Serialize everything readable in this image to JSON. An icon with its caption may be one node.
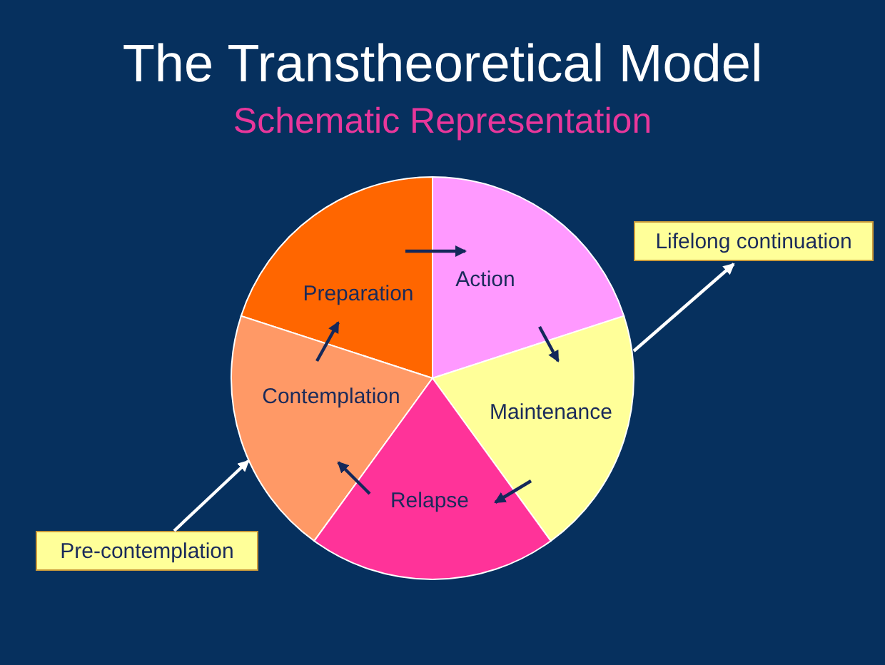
{
  "diagram": {
    "title": "The Transtheoretical Model",
    "nodes": [
      {
        "text": [
          "Preparation"
        ]
      },
      {
        "text": [
          "Action"
        ]
      },
      {
        "text": [
          "Lifelong continuation"
        ]
      },
      {
        "text": [
          "Contemplation"
        ]
      },
      {
        "text": [
          "Maintenance"
        ]
      },
      {
        "text": [
          "Relapse"
        ]
      },
      {
        "text": [
          "Pre-contemplation"
        ]
      }
    ],
    "edges": [
      {
        "from": 0,
        "to": 1,
        "arrow": "to"
      },
      {
        "from": 1,
        "to": 4,
        "arrow": "to"
      },
      {
        "from": 4,
        "to": 5,
        "arrow": "to"
      },
      {
        "from": 5,
        "to": 3,
        "arrow": "to"
      },
      {
        "from": 3,
        "to": 0,
        "arrow": "to"
      },
      {
        "from": 6,
        "to": 3,
        "arrow": "to",
        "color": "#ffffff"
      },
      {
        "from": 4,
        "to": 2,
        "arrow": "to",
        "color": "#ffffff"
      }
    ],
    "labels": [
      "Schematic Representation"
    ]
  }
}
